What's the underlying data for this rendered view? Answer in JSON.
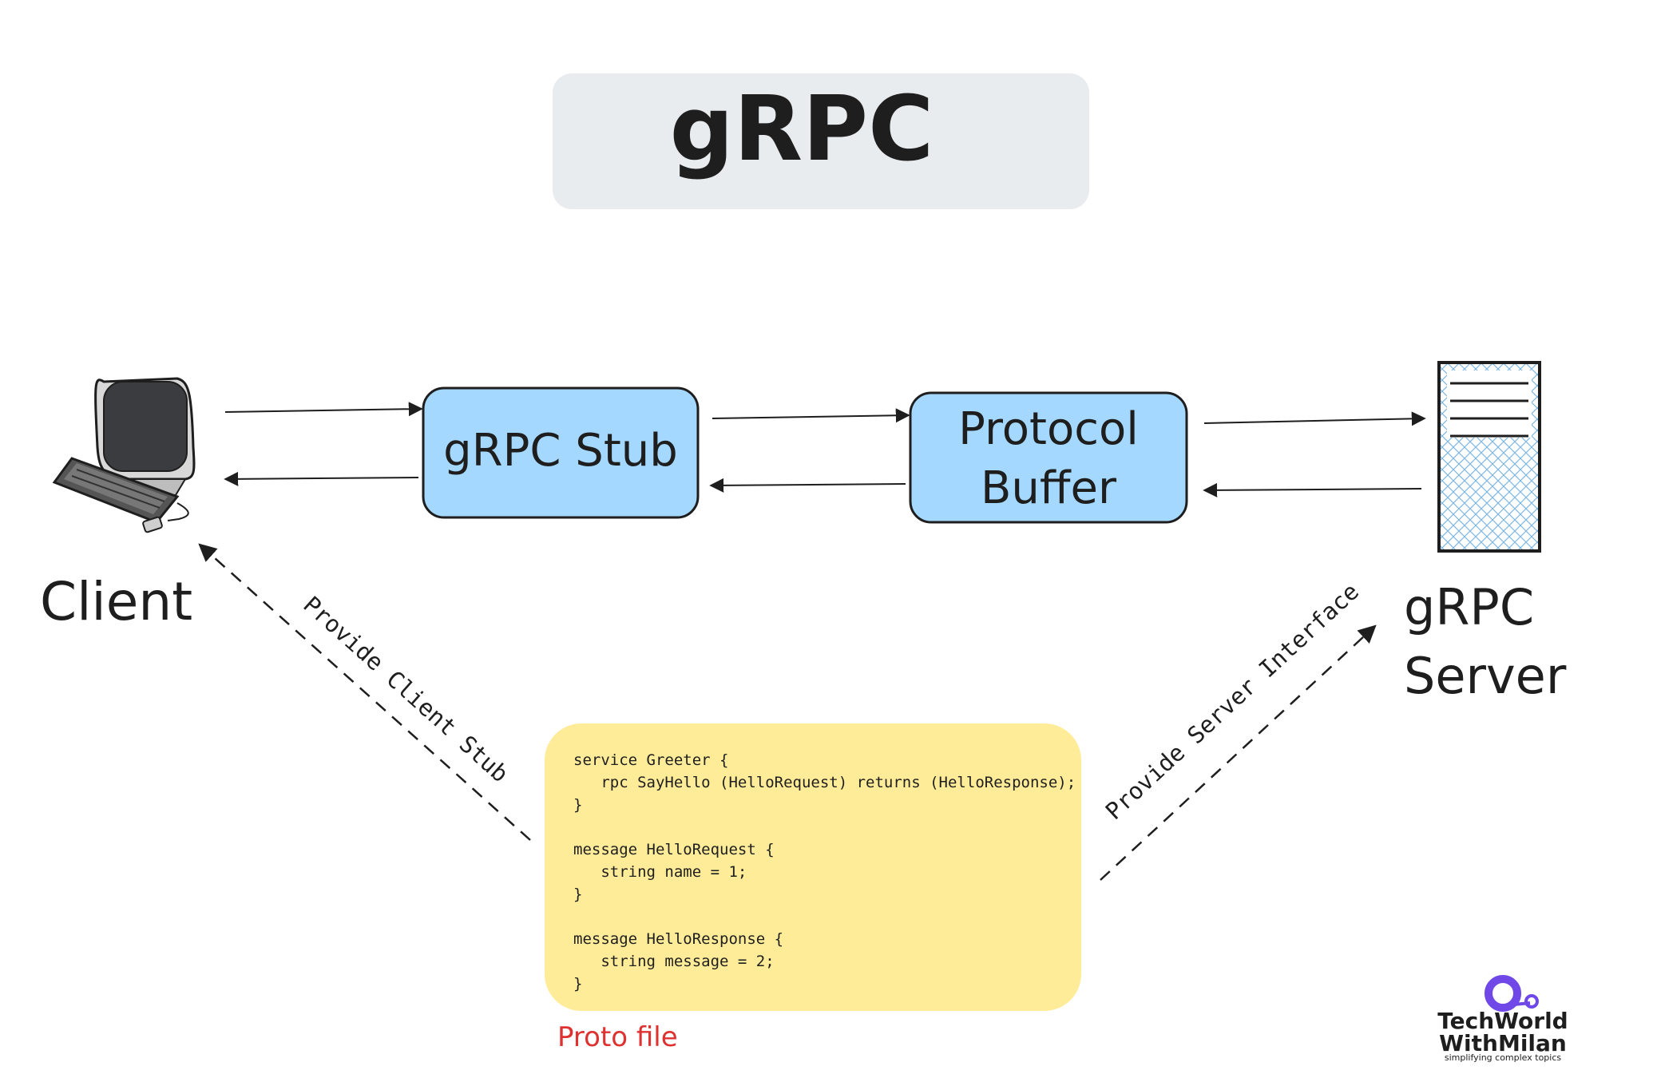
{
  "title": "gRPC",
  "nodes": {
    "client_label": "Client",
    "stub_label": "gRPC Stub",
    "protobuf_line1": "Protocol",
    "protobuf_line2": "Buffer",
    "server_line1": "gRPC",
    "server_line2": "Server"
  },
  "edges": {
    "client_stub_label": "Provide Client Stub",
    "server_interface_label": "Provide Server Interface"
  },
  "proto": {
    "caption": "Proto file",
    "lines": [
      "service Greeter {",
      "   rpc SayHello (HelloRequest) returns (HelloResponse);",
      "}",
      "",
      "message HelloRequest {",
      "   string name = 1;",
      "}",
      "",
      "message HelloResponse {",
      "   string message = 2;",
      "}"
    ]
  },
  "logo": {
    "line1": "TechWorld",
    "line2": "WithMilan",
    "tagline": "simplifying complex topics"
  },
  "colors": {
    "title_bg": "#e9ecef",
    "box_fill": "#a5d8ff",
    "proto_fill": "#ffec99",
    "caption": "#e03131",
    "logo_accent": "#7048e8",
    "ink": "#1e1e1e"
  }
}
